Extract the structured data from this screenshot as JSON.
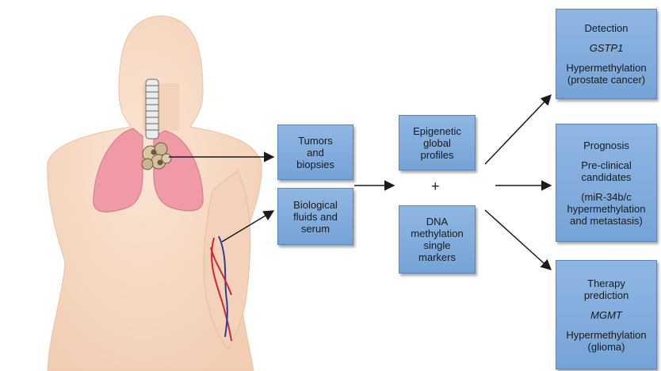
{
  "boxes": {
    "tumors": [
      "Tumors",
      "and",
      "biopsies"
    ],
    "fluids": [
      "Biological",
      "fluids and",
      "serum"
    ],
    "epigenetic": [
      "Epigenetic",
      "global",
      "profiles"
    ],
    "plus": "+",
    "dna": [
      "DNA",
      "methylation",
      "single",
      "markers"
    ],
    "detection": {
      "title": "Detection",
      "gene": "GSTP1",
      "desc": [
        "Hypermethylation",
        "(prostate cancer)"
      ]
    },
    "prognosis": {
      "title": "Prognosis",
      "sub": [
        "Pre-clinical",
        "candidates"
      ],
      "desc": [
        "(miR-34b/c",
        "hypermethylation",
        "and metastasis)"
      ]
    },
    "therapy": {
      "title": [
        "Therapy",
        "prediction"
      ],
      "gene": "MGMT",
      "desc": [
        "Hypermethylation",
        "(glioma)"
      ]
    }
  },
  "colors": {
    "box_fill": "#82acdd",
    "box_border": "#5a86bb",
    "skin": "#f6d9c2",
    "lung": "#ef9aa6",
    "arrow": "#1a1a1a"
  }
}
